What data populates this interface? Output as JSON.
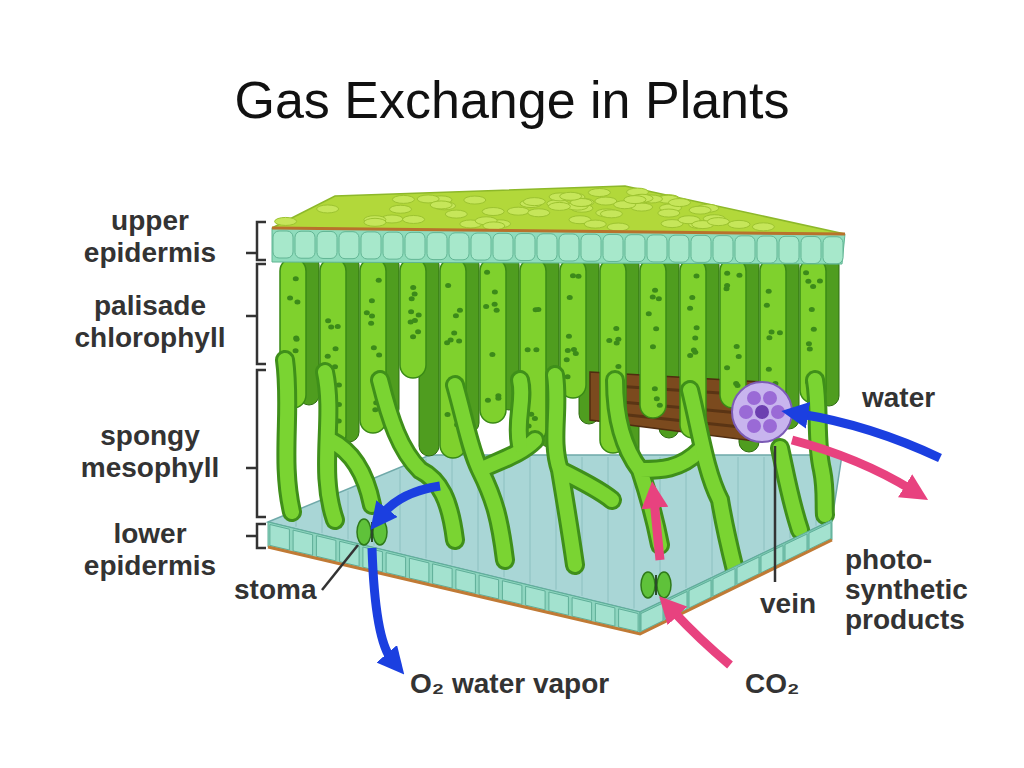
{
  "diagram": {
    "title": "Gas Exchange in Plants",
    "labels": [
      "upper epidermis",
      "palisade chlorophyll",
      "spongy mesophyll",
      "lower epidermis",
      "stoma",
      "water",
      "vein",
      "photo- synthetic products",
      "O₂ water vapor",
      "CO₂"
    ]
  }
}
